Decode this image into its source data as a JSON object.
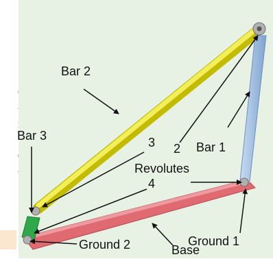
{
  "page_edge_text": [
    "d",
    "-",
    "r",
    "a",
    "-",
    "."
  ],
  "labels": {
    "bar1": "Bar 1",
    "bar2": "Bar 2",
    "bar3": "Bar 3",
    "revolutes": "Revolutes",
    "num2": "2",
    "num3": "3",
    "num4": "4",
    "ground1": "Ground 1",
    "ground2": "Ground 2",
    "base": "Base"
  },
  "colors": {
    "panel": "#e8f2e4",
    "bar1": "#a8c4e6",
    "bar2": "#e8e21a",
    "bar3": "#2ea84a",
    "base": "#e06a72",
    "joint": "#b0b0b0",
    "note_strip": "#fbe6cf"
  }
}
